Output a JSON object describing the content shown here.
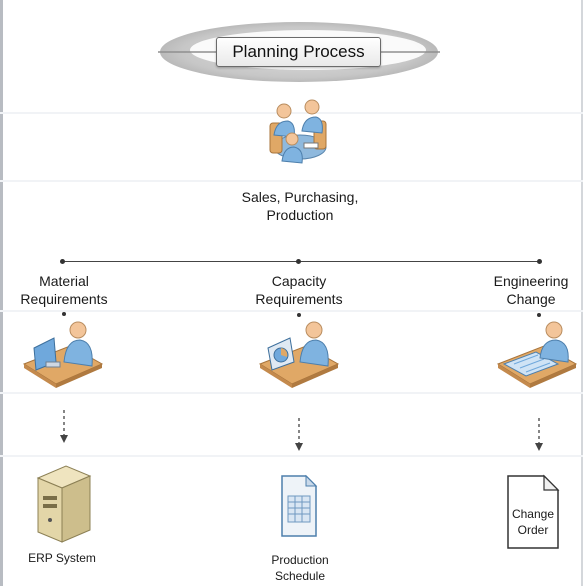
{
  "diagram": {
    "title": "Planning Process",
    "top_node": {
      "line1": "Sales, Purchasing,",
      "line2": "Production",
      "icon": "meeting-people-icon"
    },
    "branches": [
      {
        "line1": "Material",
        "line2": "Requirements",
        "icon": "person-at-computer-icon",
        "output": {
          "line1": "ERP System",
          "line2": "",
          "icon": "server-icon"
        }
      },
      {
        "line1": "Capacity",
        "line2": "Requirements",
        "icon": "person-with-chart-icon",
        "output": {
          "line1": "Production",
          "line2": "Schedule",
          "icon": "schedule-document-icon"
        }
      },
      {
        "line1": "Engineering",
        "line2": "Change",
        "icon": "person-with-blueprint-icon",
        "output": {
          "line1": "Change",
          "line2": "Order",
          "icon": "document-icon"
        }
      }
    ],
    "colors": {
      "person_skin": "#f3c59a",
      "person_shirt": "#7fb3e0",
      "desk": "#e0a866",
      "screen": "#6fa8dc",
      "line": "#444444"
    }
  }
}
